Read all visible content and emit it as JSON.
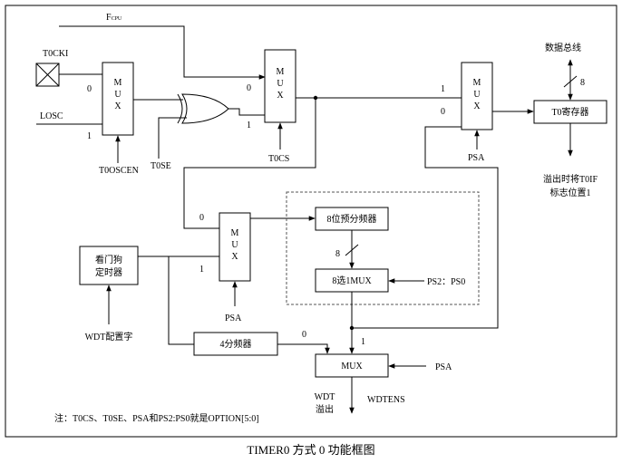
{
  "labels": {
    "fcpu": "FCPU",
    "t0cki": "T0CKI",
    "losc": "LOSC",
    "t0oscen": "T0OSCEN",
    "t0se": "T0SE",
    "t0cs": "T0CS",
    "psa": "PSA",
    "data_bus": "数据总线",
    "bus_width": "8",
    "t0_register": "T0寄存器",
    "overflow_note_line1": "溢出时将T0IF",
    "overflow_note_line2": "标志位置1",
    "watchdog_line1": "看门狗",
    "watchdog_line2": "定时器",
    "wdt_config": "WDT配置字",
    "prescaler": "8位预分频器",
    "select_mux": "8选1MUX",
    "ps_bits": "PS2：PS0",
    "prescaler_width": "8",
    "div4": "4分频器",
    "mux_short": "MUX",
    "mux_letters": [
      "M",
      "U",
      "X"
    ],
    "in0": "0",
    "in1": "1",
    "wdt_overflow_line1": "WDT",
    "wdt_overflow_line2": "溢出",
    "wdtens": "WDTENS",
    "note": "注：T0CS、T0SE、PSA和PS2:PS0就是OPTION[5:0]",
    "caption": "TIMER0 方式 0 功能框图"
  }
}
